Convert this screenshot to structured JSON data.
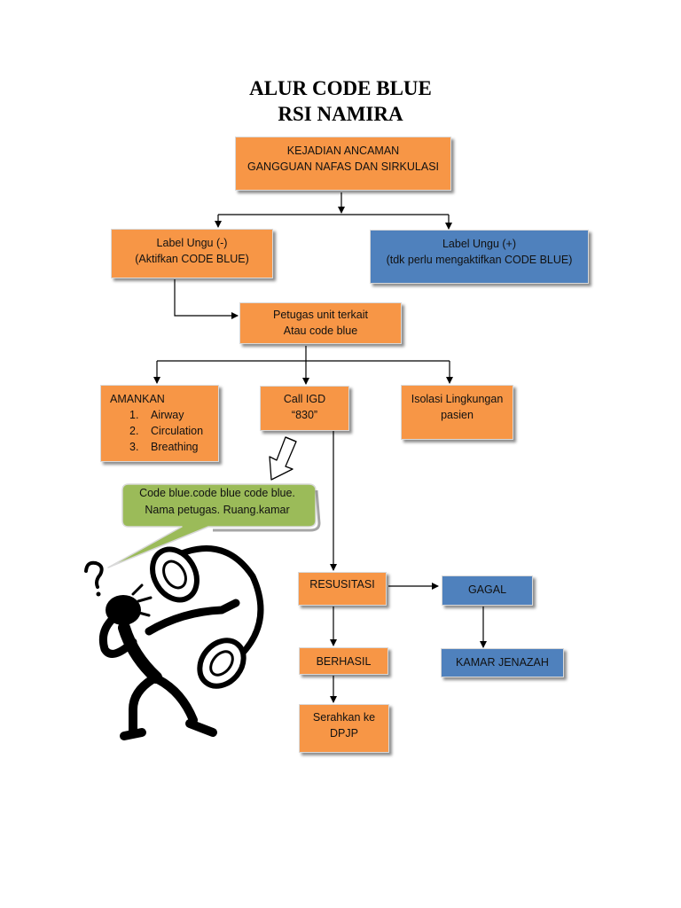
{
  "title": {
    "line1": "ALUR CODE BLUE",
    "line2": "RSI NAMIRA"
  },
  "nodes": {
    "start": {
      "lines": [
        "KEJADIAN ANCAMAN",
        "GANGGUAN NAFAS DAN SIRKULASI"
      ]
    },
    "label_minus": {
      "lines": [
        "Label Ungu (-)",
        "(Aktifkan CODE BLUE)"
      ]
    },
    "label_plus": {
      "lines": [
        "Label Ungu (+)",
        "(tdk perlu mengaktifkan CODE BLUE)"
      ]
    },
    "petugas": {
      "lines": [
        "Petugas unit terkait",
        "Atau code blue"
      ]
    },
    "amankan": {
      "heading": "AMANKAN",
      "items": [
        {
          "num": "1.",
          "text": "Airway"
        },
        {
          "num": "2.",
          "text": "Circulation"
        },
        {
          "num": "3.",
          "text": "Breathing"
        }
      ]
    },
    "call_igd": {
      "lines": [
        "Call IGD",
        "“830”"
      ]
    },
    "isolasi": {
      "lines": [
        "Isolasi Lingkungan",
        "pasien"
      ]
    },
    "resusitasi": {
      "lines": [
        "RESUSITASI"
      ]
    },
    "gagal": {
      "lines": [
        "GAGAL"
      ]
    },
    "berhasil": {
      "lines": [
        "BERHASIL"
      ]
    },
    "kamar_jenazah": {
      "lines": [
        "KAMAR JENAZAH"
      ]
    },
    "serahkan": {
      "lines": [
        "Serahkan ke",
        "DPJP"
      ]
    }
  },
  "speech_bubble": {
    "lines": [
      "Code blue.code blue code blue.",
      "Nama petugas. Ruang.kamar"
    ]
  },
  "icons": {
    "caller": "person-shouting-into-phone-icon",
    "pointer": "down-arrow-outline-icon"
  },
  "colors": {
    "orange": "#f79646",
    "blue": "#4f81bd",
    "bubble": "#9bbb59"
  }
}
